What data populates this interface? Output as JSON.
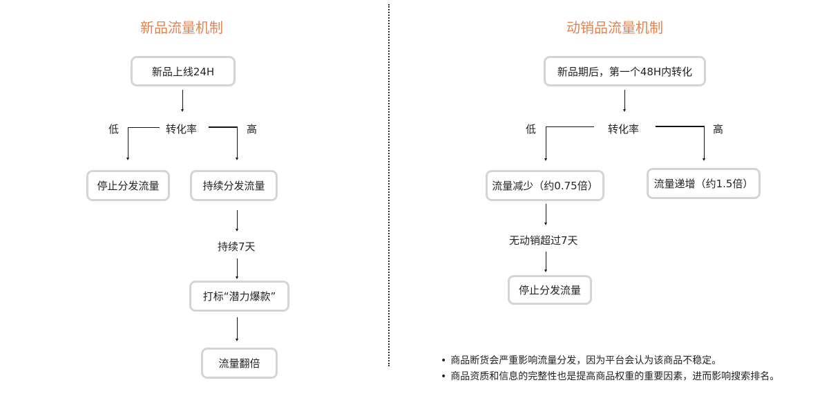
{
  "left": {
    "title": "新品流量机制",
    "start": "新品上线24H",
    "decision": "转化率",
    "low_label": "低",
    "high_label": "高",
    "low_result": "停止分发流量",
    "high_result": "持续分发流量",
    "step_label": "持续7天",
    "tag_box": "打标“潜力爆款”",
    "final_box": "流量翻倍"
  },
  "right": {
    "title": "动销品流量机制",
    "start": "新品期后，第一个48H内转化",
    "decision": "转化率",
    "low_label": "低",
    "high_label": "高",
    "low_result": "流量减少（约0.75倍）",
    "high_result": "流量递增（约1.5倍）",
    "step_label": "无动销超过7天",
    "final_box": "停止分发流量"
  },
  "notes": {
    "bullet": "•",
    "items": [
      "商品断货会严重影响流量分发，因为平台会认为该商品不稳定。",
      "商品资质和信息的完整性也是提高商品权重的重要因素，进而影响搜索排名。"
    ]
  },
  "colors": {
    "title": "#e8814a",
    "box_border": "#d4d4d4",
    "line": "#111111"
  }
}
